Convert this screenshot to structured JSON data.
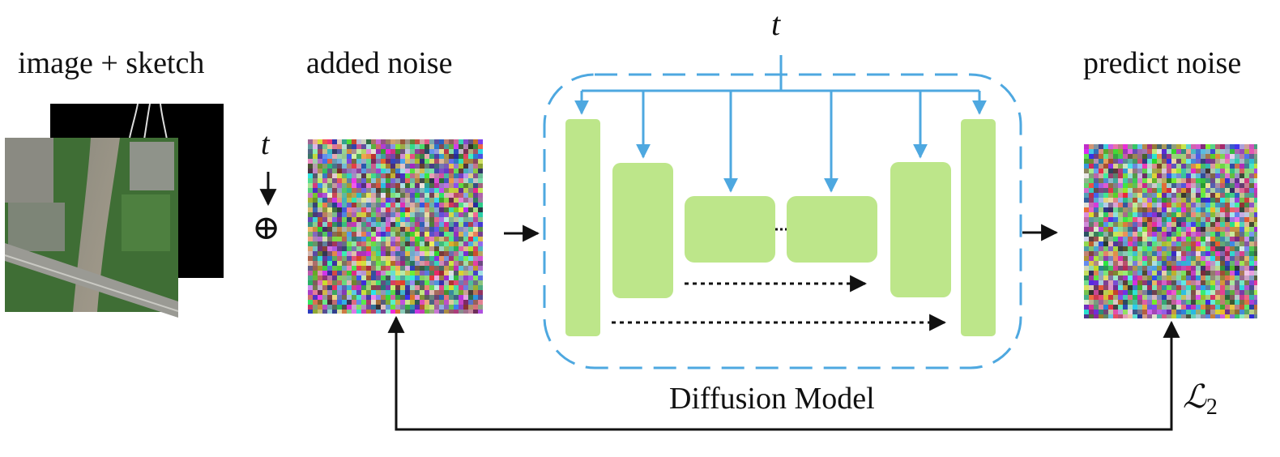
{
  "labels": {
    "input": "image + sketch",
    "noisy": "added noise",
    "output": "predict noise",
    "model": "Diffusion Model",
    "timestep": "t",
    "timestep_input": "t",
    "add_op": "⊕",
    "loss": "ℒ",
    "loss_sub": "2"
  },
  "colors": {
    "block": "#bde68a",
    "conditioning": "#4ea8e0",
    "arrow": "#111111",
    "sketch_bg": "#000000"
  },
  "unet": {
    "encoder_blocks": 3,
    "decoder_blocks": 3,
    "skip_connections": 2
  }
}
